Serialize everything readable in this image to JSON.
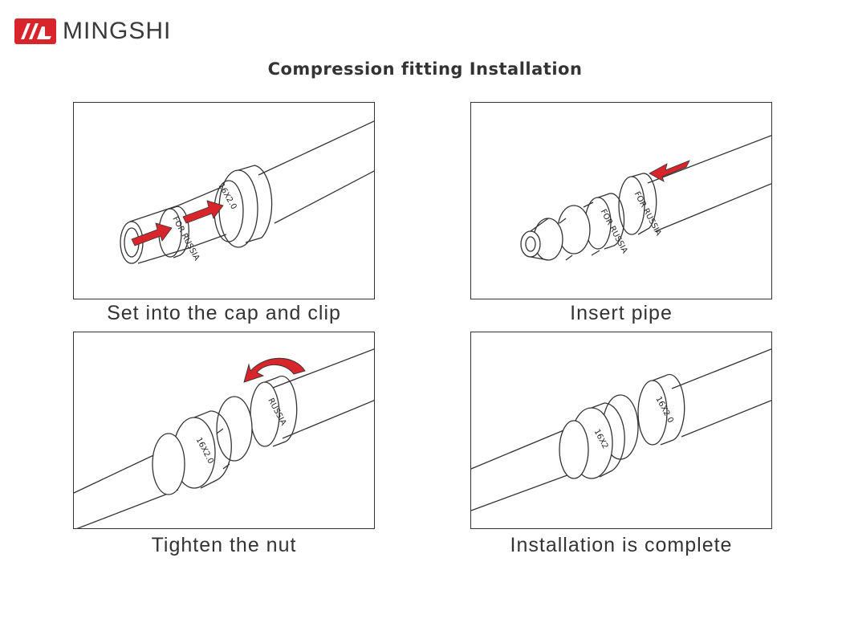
{
  "brand": {
    "name": "MINGSHI",
    "color": "#d7252b"
  },
  "title": "Compression  fitting Installation",
  "steps": [
    {
      "caption": "Set into the cap and clip",
      "ring_text": "16X2.0",
      "sleeve_text": "FOR RUSSIA"
    },
    {
      "caption": "Insert pipe",
      "ring_text": "FOR RUSSIA",
      "body_text": "FOR RUSSIA"
    },
    {
      "caption": "Tighten the nut",
      "ring_text": "RUSSIA",
      "nut_text": "16X2.0"
    },
    {
      "caption": "Installation is complete",
      "ring_text": "16X2.0",
      "nut_text": "16X2"
    }
  ],
  "colors": {
    "arrow": "#d7252b",
    "line": "#333333"
  }
}
